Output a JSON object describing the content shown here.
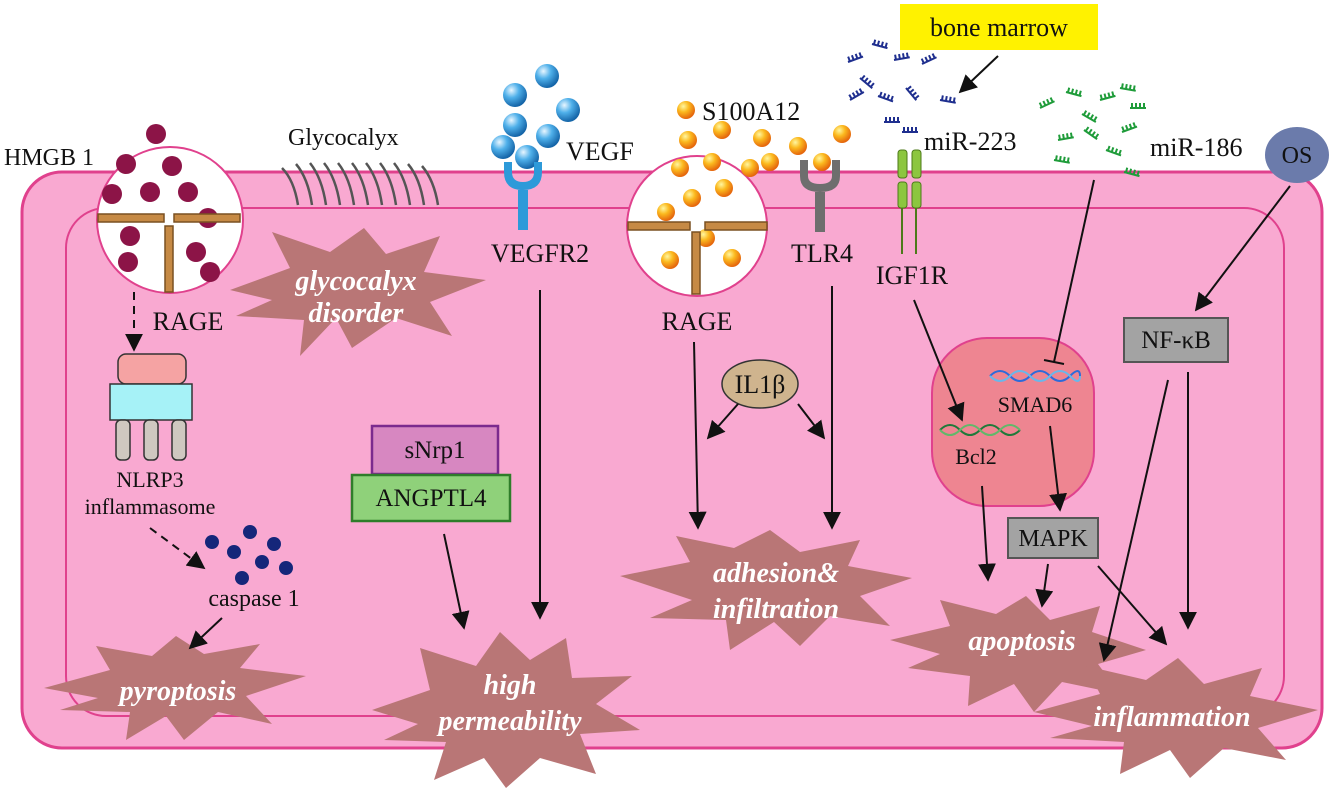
{
  "colors": {
    "cell_fill": "#f9a9d1",
    "cell_stroke": "#e0418d",
    "star_fill": "#b97676",
    "hmgb_dot": "#8c1447",
    "caspase_dot": "#15267a",
    "vegf_ball": "#2f8fd8",
    "s100_ball": "#f7a21b",
    "receptor_blue": "#2d9ad9",
    "tlr4_gray": "#6e6e6e",
    "igf1r_green": "#8cc63f",
    "rage_brown": "#c68a45",
    "mir223_blue": "#1f2f8f",
    "mir186_green": "#1f9c3a",
    "nucleus_fill": "#ee8591",
    "highlight_yellow": "#fff200"
  },
  "labels": {
    "hmgb1": "HMGB 1",
    "glycocalyx": "Glycocalyx",
    "vegf": "VEGF",
    "s100a12": "S100A12",
    "bone_marrow": "bone marrow",
    "mir223": "miR-223",
    "mir186": "miR-186",
    "os": "OS",
    "rage_left": "RAGE",
    "vegfr2": "VEGFR2",
    "rage_mid": "RAGE",
    "tlr4": "TLR4",
    "igf1r": "IGF1R",
    "nfkb": "NF-κB",
    "il1b": "IL1β",
    "smad6": "SMAD6",
    "bcl2": "Bcl2",
    "mapk": "MAPK",
    "nlrp3_line1": "NLRP3",
    "nlrp3_line2": "inflammasome",
    "caspase1": "caspase 1",
    "snrp1": "sNrp1",
    "angptl4": "ANGPTL4"
  },
  "outcomes": {
    "glycocalyx_disorder_1": "glycocalyx",
    "glycocalyx_disorder_2": "disorder",
    "pyroptosis": "pyroptosis",
    "high_permeability_1": "high",
    "high_permeability_2": "permeability",
    "adhesion_1": "adhesion&",
    "adhesion_2": "infiltration",
    "apoptosis": "apoptosis",
    "inflammation": "inflammation"
  },
  "icons": {
    "mir_symbol": "microRNA-fragment-icon",
    "helix": "dna-helix-icon",
    "receptor": "receptor-icon"
  }
}
